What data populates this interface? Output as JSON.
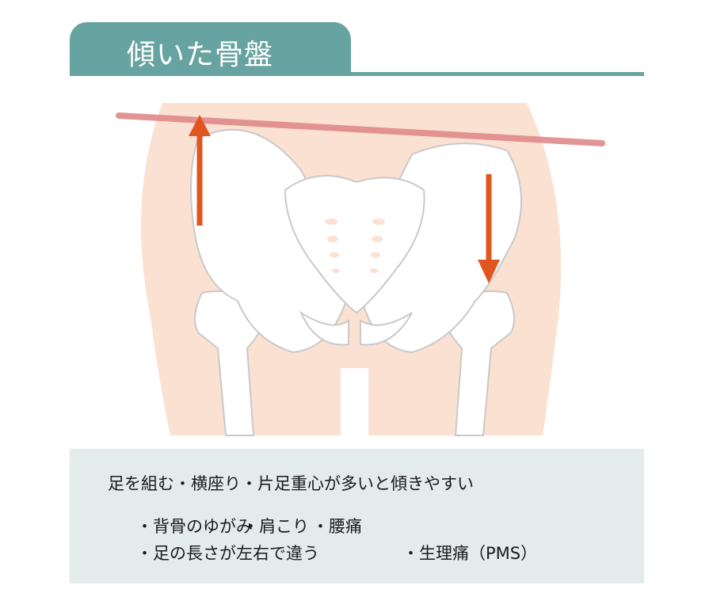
{
  "header": {
    "title": "傾いた骨盤"
  },
  "illustration": {
    "skin_color": "#fbe1d2",
    "bone_outline": "#c9c9c9",
    "arrow_color": "#e0561f",
    "tilt_line_color": "#e08a8a"
  },
  "info": {
    "lead": "足を組む・横座り・片足重心が多いと傾きやすい",
    "items": [
      "・背骨のゆがみ",
      "・肩こり",
      "・腰痛",
      "・足の長さが左右で違う",
      "・生理痛（PMS）"
    ]
  }
}
